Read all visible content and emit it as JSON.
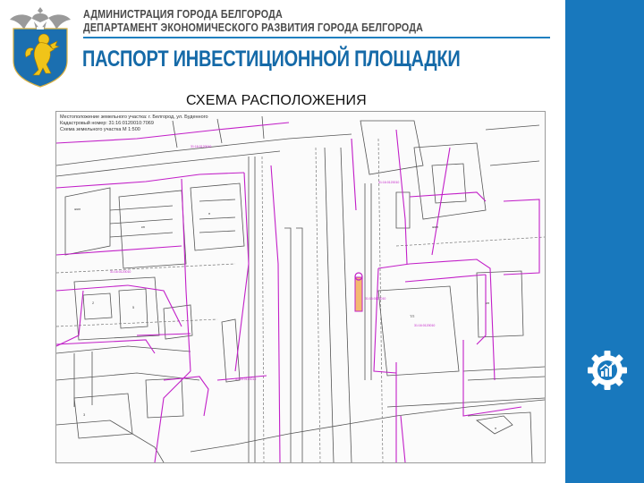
{
  "header": {
    "org_line_1": "АДМИНИСТРАЦИЯ ГОРОДА БЕЛГОРОДА",
    "org_line_2": "ДЕПАРТАМЕНТ ЭКОНОМИЧЕСКОГО РАЗВИТИЯ ГОРОДА БЕЛГОРОДА",
    "title": "ПАСПОРТ ИНВЕСТИЦИОННОЙ ПЛОЩАДКИ"
  },
  "section": {
    "title": "СХЕМА РАСПОЛОЖЕНИЯ"
  },
  "map": {
    "header_lines": [
      "Местоположение земельного участка: г. Белгород, ул. Буденного",
      "Кадастровый номер: 31:16:0120010:7069",
      "Схема земельного участка М 1:500"
    ]
  },
  "colors": {
    "accent_blue": "#1878bd",
    "title_blue": "#156aa8",
    "parcel_magenta": "#c21fc8",
    "site_orange": "#f4b970"
  },
  "icons": {
    "crest": "belgorod-coat-of-arms-icon",
    "sidebar": "gear-chart-icon"
  }
}
